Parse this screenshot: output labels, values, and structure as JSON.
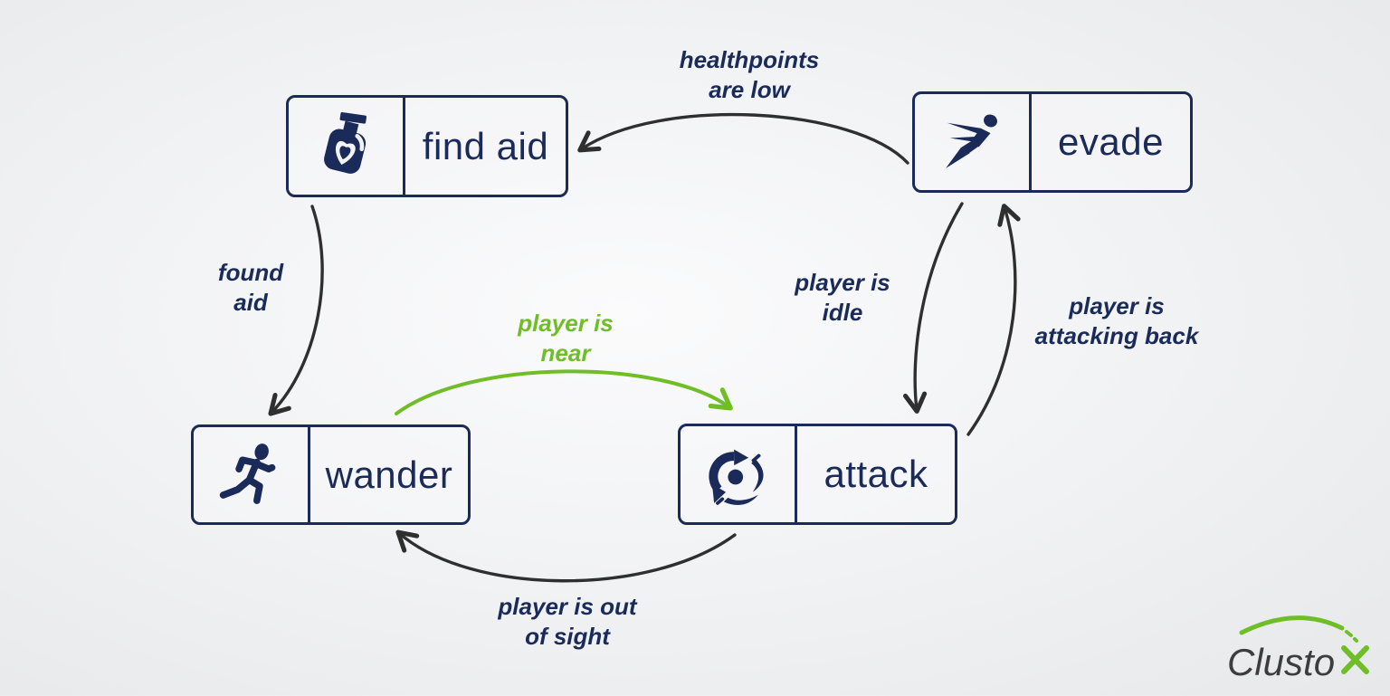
{
  "diagram": {
    "type": "finite-state-machine",
    "colors": {
      "state_navy": "#1a2b5a",
      "arrow_dark": "#2f2f2f",
      "highlight_green": "#6fbe28",
      "background": "#eef0f2",
      "logo_text_color": "#3d3d3d"
    },
    "states": [
      {
        "id": "find-aid",
        "label": "find aid",
        "icon": "health-potion-icon"
      },
      {
        "id": "evade",
        "label": "evade",
        "icon": "sprint-figure-icon"
      },
      {
        "id": "wander",
        "label": "wander",
        "icon": "running-man-icon"
      },
      {
        "id": "attack",
        "label": "attack",
        "icon": "spinning-blades-icon"
      }
    ],
    "transitions": [
      {
        "from": "evade",
        "to": "find-aid",
        "line1": "healthpoints",
        "line2": "are low",
        "color": "#1a2b5a"
      },
      {
        "from": "find-aid",
        "to": "wander",
        "line1": "found",
        "line2": "aid",
        "color": "#1a2b5a"
      },
      {
        "from": "wander",
        "to": "attack",
        "line1": "player is",
        "line2": "near",
        "color": "#6fbe28"
      },
      {
        "from": "evade",
        "to": "attack",
        "line1": "player is",
        "line2": "idle",
        "color": "#1a2b5a"
      },
      {
        "from": "attack",
        "to": "evade",
        "line1": "player is",
        "line2": "attacking back",
        "color": "#1a2b5a"
      },
      {
        "from": "attack",
        "to": "wander",
        "line1": "player is out",
        "line2": "of sight",
        "color": "#1a2b5a"
      }
    ],
    "logo": {
      "text": "Clusto",
      "accent": "x"
    }
  }
}
